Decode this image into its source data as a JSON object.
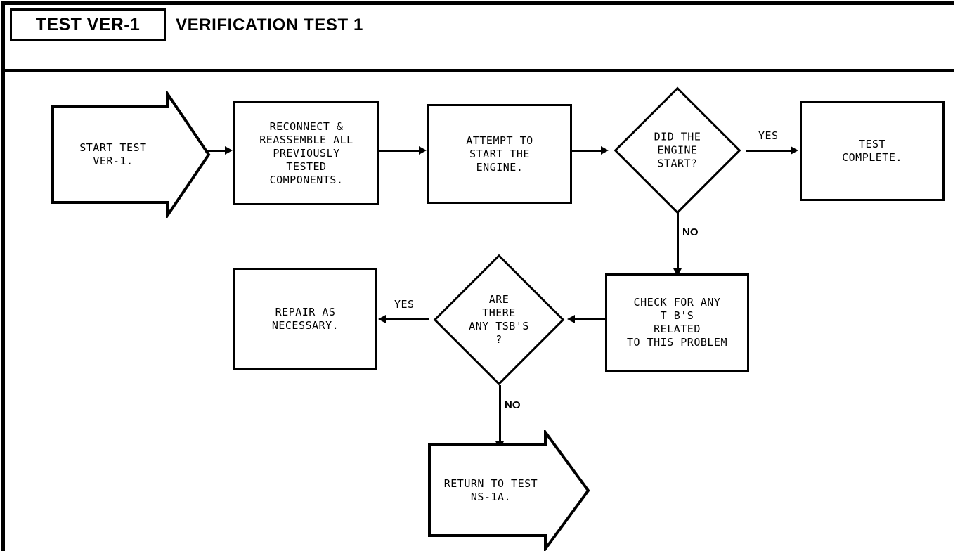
{
  "document": {
    "header": {
      "code": "TEST VER-1",
      "title": "VERIFICATION TEST 1"
    }
  },
  "chart_data": {
    "type": "diagram",
    "diagram_kind": "flowchart",
    "title": "VERIFICATION TEST 1",
    "nodes": [
      {
        "id": "start",
        "shape": "arrow-block",
        "text": "START TEST\nVER-1."
      },
      {
        "id": "reconnect",
        "shape": "process",
        "text": "RECONNECT &\nREASSEMBLE ALL\nPREVIOUSLY\nTESTED\nCOMPONENTS."
      },
      {
        "id": "attempt",
        "shape": "process",
        "text": "ATTEMPT TO\nSTART THE\nENGINE."
      },
      {
        "id": "did_start",
        "shape": "decision",
        "text": "DID THE\nENGINE\nSTART?"
      },
      {
        "id": "complete",
        "shape": "process",
        "text": "TEST\nCOMPLETE."
      },
      {
        "id": "check_tsb",
        "shape": "process",
        "text": "CHECK FOR ANY\nT B'S\nRELATED\nTO THIS PROBLEM"
      },
      {
        "id": "any_tsb",
        "shape": "decision",
        "text": "ARE\nTHERE\nANY TSB'S\n?"
      },
      {
        "id": "repair",
        "shape": "process",
        "text": "REPAIR AS\nNECESSARY."
      },
      {
        "id": "return_ns1a",
        "shape": "arrow-block",
        "text": "RETURN TO TEST\nNS-1A."
      }
    ],
    "edges": [
      {
        "from": "start",
        "to": "reconnect",
        "label": "",
        "direction": "right"
      },
      {
        "from": "reconnect",
        "to": "attempt",
        "label": "",
        "direction": "right"
      },
      {
        "from": "attempt",
        "to": "did_start",
        "label": "",
        "direction": "right"
      },
      {
        "from": "did_start",
        "to": "complete",
        "label": "YES",
        "direction": "right"
      },
      {
        "from": "did_start",
        "to": "check_tsb",
        "label": "NO",
        "direction": "down"
      },
      {
        "from": "check_tsb",
        "to": "any_tsb",
        "label": "",
        "direction": "left"
      },
      {
        "from": "any_tsb",
        "to": "repair",
        "label": "YES",
        "direction": "left"
      },
      {
        "from": "any_tsb",
        "to": "return_ns1a",
        "label": "NO",
        "direction": "down"
      }
    ],
    "labels": {
      "yes_engine": "YES",
      "no_engine": "NO",
      "yes_tsb": "YES",
      "no_tsb": "NO"
    },
    "colors": {
      "ink": "#000000",
      "background": "#ffffff"
    }
  }
}
